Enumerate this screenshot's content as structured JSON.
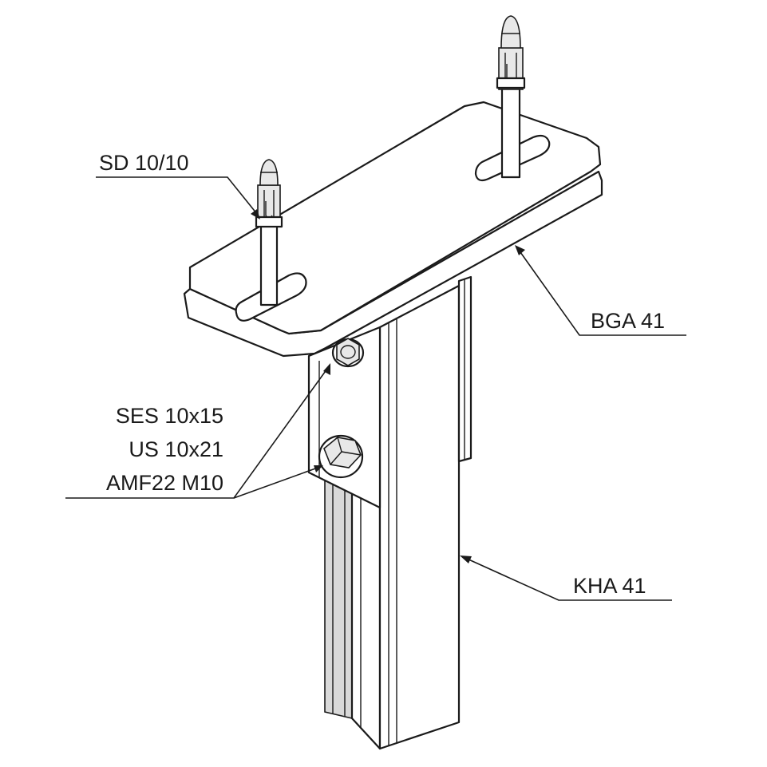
{
  "labels": {
    "anchor": "SD 10/10",
    "plate": "BGA 41",
    "bolt_line1": "SES 10x15",
    "bolt_line2": "US 10x21",
    "bolt_line3": "AMF22 M10",
    "channel": "KHA 41"
  },
  "colors": {
    "line": "#1a1a1a",
    "anchor_fill": "#e8e8e8",
    "background": "#ffffff"
  }
}
